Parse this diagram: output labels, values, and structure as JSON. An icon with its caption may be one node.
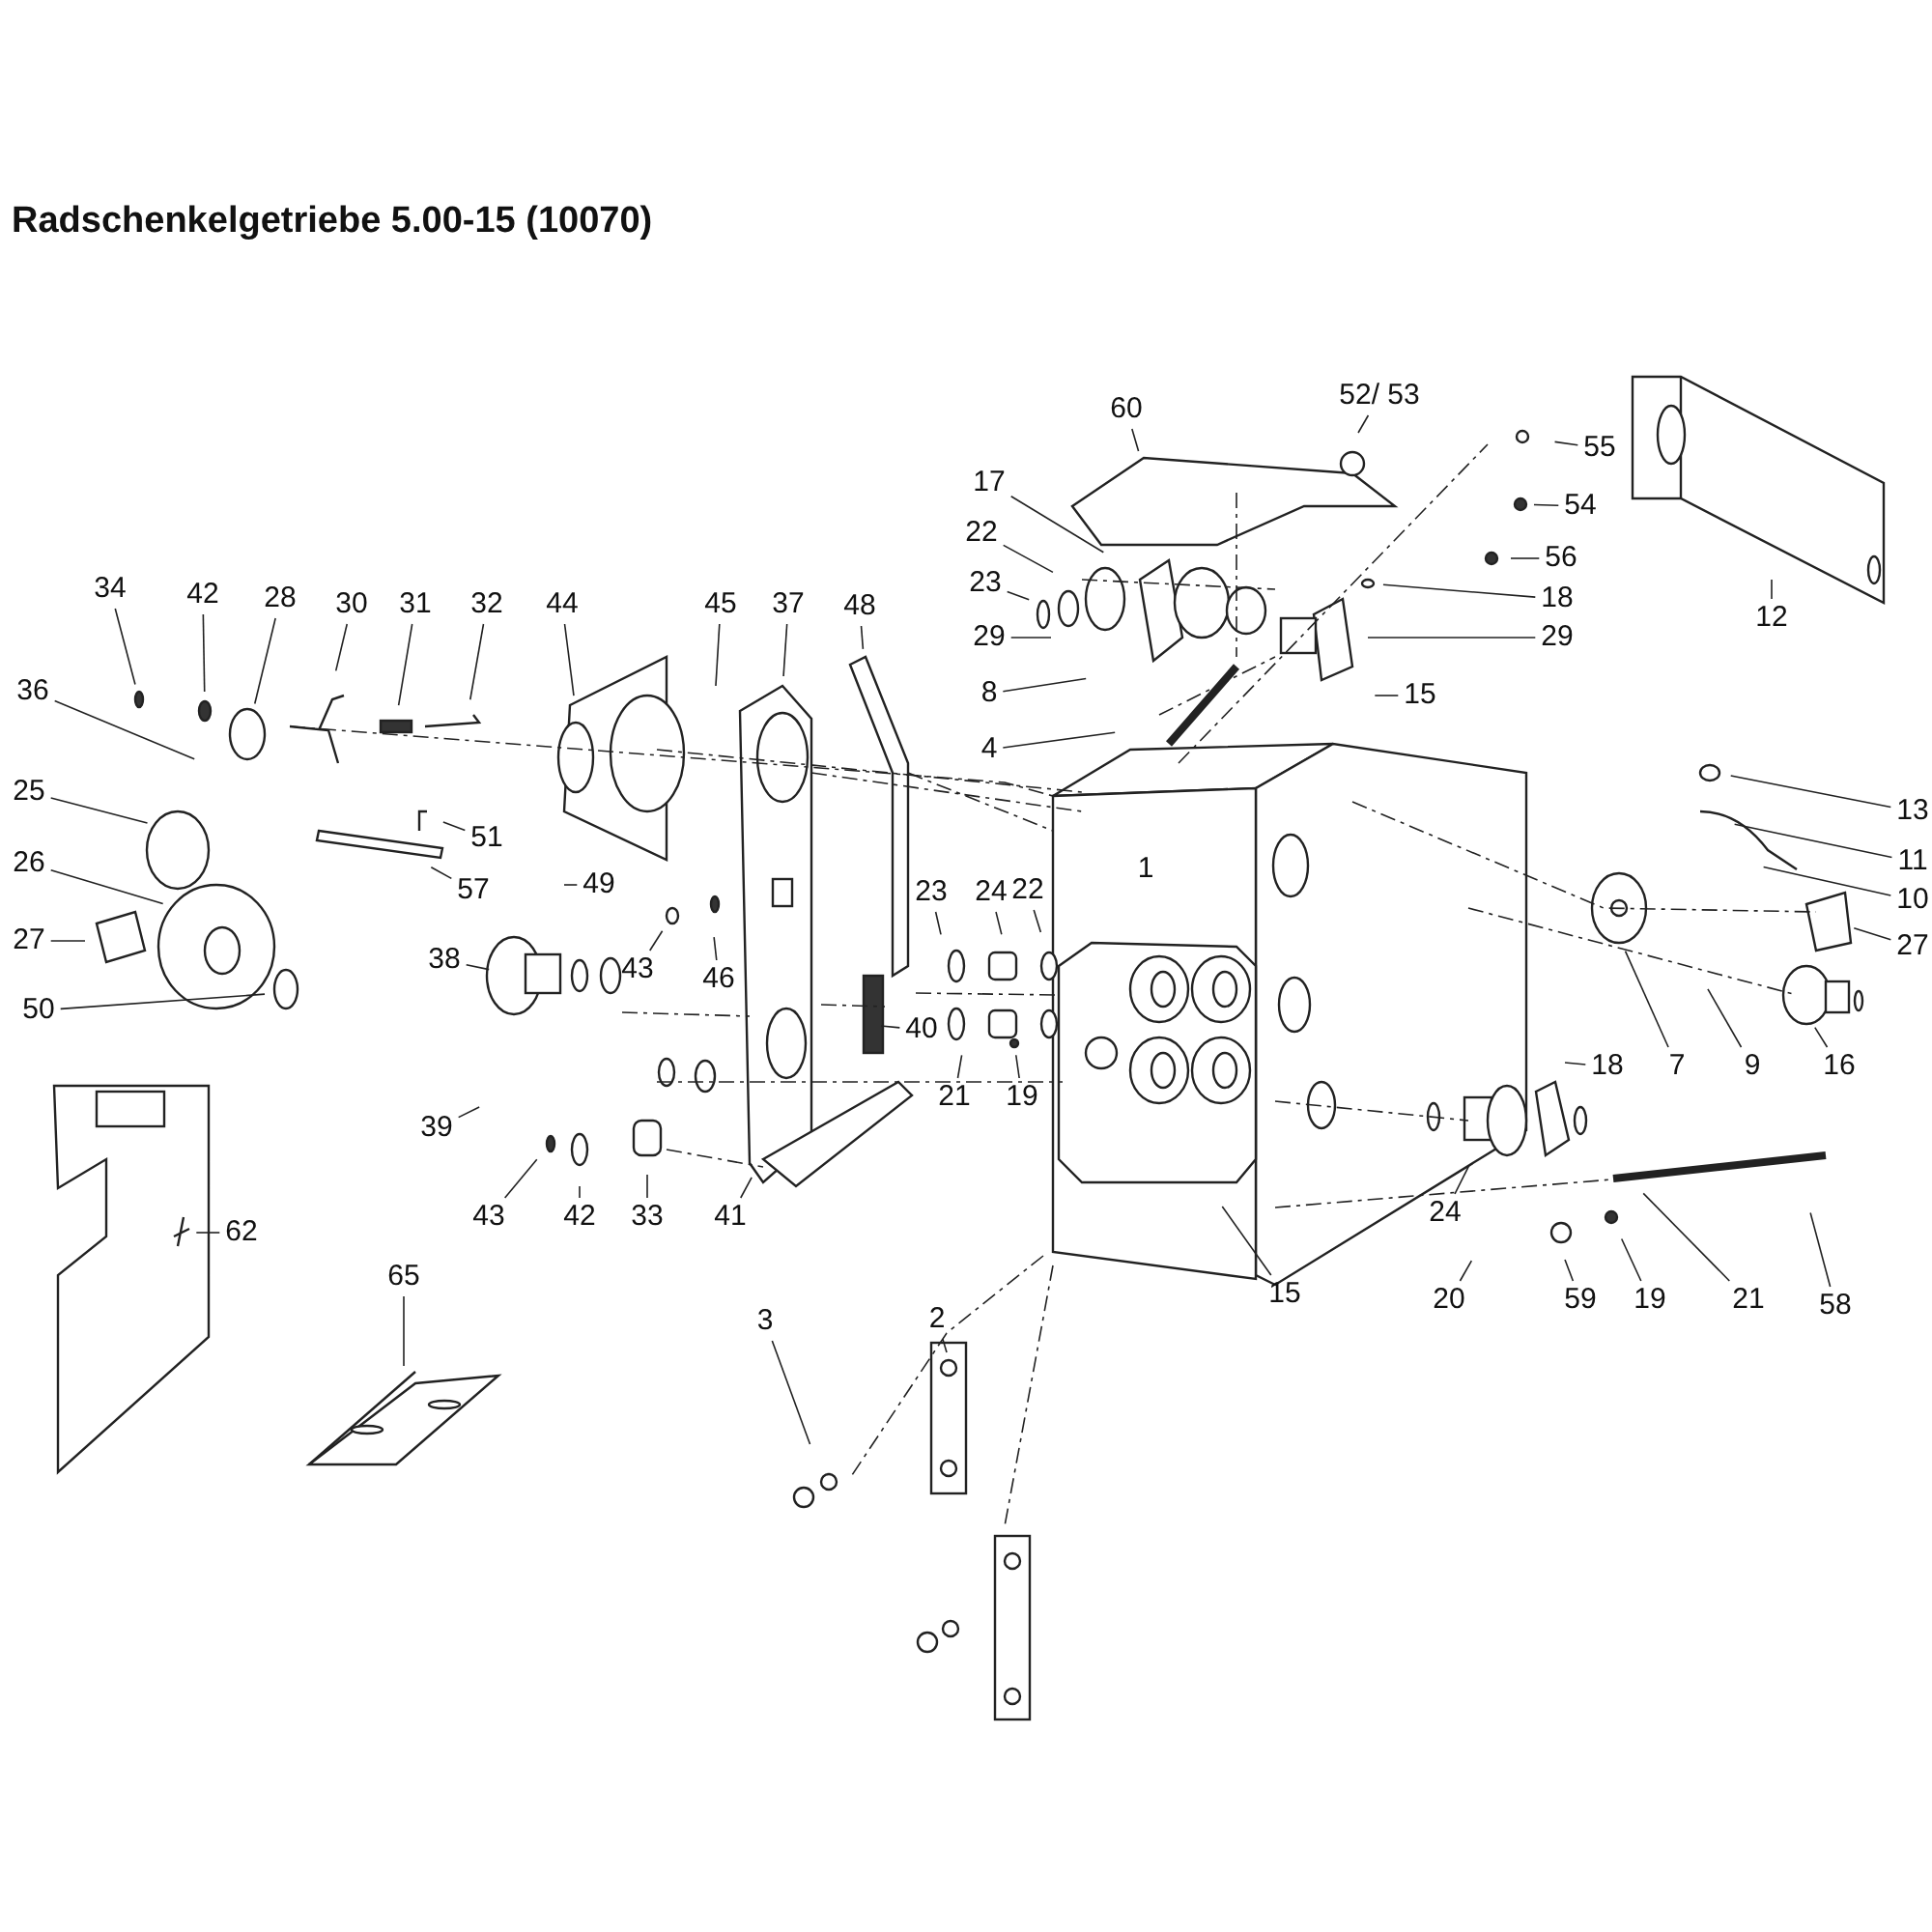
{
  "diagram": {
    "title": "Radschenkelgetriebe 5.00-15 (10070)",
    "nodes": [
      {
        "text": [
          "34"
        ]
      },
      {
        "text": [
          "42"
        ]
      },
      {
        "text": [
          "28"
        ]
      },
      {
        "text": [
          "30"
        ]
      },
      {
        "text": [
          "31"
        ]
      },
      {
        "text": [
          "32"
        ]
      },
      {
        "text": [
          "44"
        ]
      },
      {
        "text": [
          "45"
        ]
      },
      {
        "text": [
          "37"
        ]
      },
      {
        "text": [
          "48"
        ]
      },
      {
        "text": [
          "60"
        ]
      },
      {
        "text": [
          "52/ 53"
        ]
      },
      {
        "text": [
          "55"
        ]
      },
      {
        "text": [
          "54"
        ]
      },
      {
        "text": [
          "56"
        ]
      },
      {
        "text": [
          "17"
        ]
      },
      {
        "text": [
          "22"
        ]
      },
      {
        "text": [
          "23"
        ]
      },
      {
        "text": [
          "29"
        ]
      },
      {
        "text": [
          "8"
        ]
      },
      {
        "text": [
          "4"
        ]
      },
      {
        "text": [
          "18"
        ]
      },
      {
        "text": [
          "29"
        ]
      },
      {
        "text": [
          "15"
        ]
      },
      {
        "text": [
          "12"
        ]
      },
      {
        "text": [
          "36"
        ]
      },
      {
        "text": [
          "25"
        ]
      },
      {
        "text": [
          "13"
        ]
      },
      {
        "text": [
          "11"
        ]
      },
      {
        "text": [
          "51"
        ]
      },
      {
        "text": [
          "10"
        ]
      },
      {
        "text": [
          "26"
        ]
      },
      {
        "text": [
          "57"
        ]
      },
      {
        "text": [
          "49"
        ]
      },
      {
        "text": [
          "23"
        ]
      },
      {
        "text": [
          "24"
        ]
      },
      {
        "text": [
          "22"
        ]
      },
      {
        "text": [
          "27"
        ]
      },
      {
        "text": [
          "27"
        ]
      },
      {
        "text": [
          "38"
        ]
      },
      {
        "text": [
          "43"
        ]
      },
      {
        "text": [
          "46"
        ]
      },
      {
        "text": [
          "50"
        ]
      },
      {
        "text": [
          "40"
        ]
      },
      {
        "text": [
          "21"
        ]
      },
      {
        "text": [
          "19"
        ]
      },
      {
        "text": [
          "7"
        ]
      },
      {
        "text": [
          "9"
        ]
      },
      {
        "text": [
          "16"
        ]
      },
      {
        "text": [
          "18"
        ]
      },
      {
        "text": [
          "39"
        ]
      },
      {
        "text": [
          "43"
        ]
      },
      {
        "text": [
          "42"
        ]
      },
      {
        "text": [
          "33"
        ]
      },
      {
        "text": [
          "41"
        ]
      },
      {
        "text": [
          "24"
        ]
      },
      {
        "text": [
          "62"
        ]
      },
      {
        "text": [
          "15"
        ]
      },
      {
        "text": [
          "20"
        ]
      },
      {
        "text": [
          "59"
        ]
      },
      {
        "text": [
          "19"
        ]
      },
      {
        "text": [
          "21"
        ]
      },
      {
        "text": [
          "58"
        ]
      },
      {
        "text": [
          "65"
        ]
      },
      {
        "text": [
          "2"
        ]
      },
      {
        "text": [
          "3"
        ]
      }
    ],
    "edges": [
      {
        "from": 0,
        "to": null,
        "arrow": "none"
      },
      {
        "from": 1,
        "to": null,
        "arrow": "none"
      },
      {
        "from": 2,
        "to": null,
        "arrow": "none"
      },
      {
        "from": 3,
        "to": null,
        "arrow": "none"
      },
      {
        "from": 4,
        "to": null,
        "arrow": "none"
      },
      {
        "from": 5,
        "to": null,
        "arrow": "none"
      },
      {
        "from": 6,
        "to": null,
        "arrow": "none"
      },
      {
        "from": 7,
        "to": null,
        "arrow": "none"
      },
      {
        "from": 8,
        "to": null,
        "arrow": "none"
      },
      {
        "from": 9,
        "to": null,
        "arrow": "none"
      },
      {
        "from": 10,
        "to": null,
        "arrow": "none"
      },
      {
        "from": 11,
        "to": null,
        "arrow": "none"
      },
      {
        "from": 12,
        "to": null,
        "arrow": "none"
      },
      {
        "from": 13,
        "to": null,
        "arrow": "none"
      },
      {
        "from": 14,
        "to": null,
        "arrow": "none"
      },
      {
        "from": 15,
        "to": null,
        "arrow": "none"
      },
      {
        "from": 16,
        "to": null,
        "arrow": "none"
      },
      {
        "from": 17,
        "to": null,
        "arrow": "none"
      },
      {
        "from": 18,
        "to": null,
        "arrow": "none"
      },
      {
        "from": 19,
        "to": null,
        "arrow": "none"
      },
      {
        "from": 20,
        "to": null,
        "arrow": "none"
      },
      {
        "from": 21,
        "to": null,
        "arrow": "none"
      },
      {
        "from": 22,
        "to": null,
        "arrow": "none"
      },
      {
        "from": 23,
        "to": null,
        "arrow": "none"
      },
      {
        "from": 24,
        "to": null,
        "arrow": "none"
      },
      {
        "from": 25,
        "to": null,
        "arrow": "none"
      },
      {
        "from": 26,
        "to": null,
        "arrow": "none"
      },
      {
        "from": 27,
        "to": null,
        "arrow": "none"
      },
      {
        "from": 28,
        "to": null,
        "arrow": "none"
      },
      {
        "from": 29,
        "to": null,
        "arrow": "none"
      },
      {
        "from": 30,
        "to": null,
        "arrow": "none"
      },
      {
        "from": 31,
        "to": null,
        "arrow": "none"
      },
      {
        "from": 32,
        "to": null,
        "arrow": "none"
      },
      {
        "from": 33,
        "to": null,
        "arrow": "none"
      },
      {
        "from": 34,
        "to": null,
        "arrow": "none"
      },
      {
        "from": 35,
        "to": null,
        "arrow": "none"
      },
      {
        "from": 36,
        "to": null,
        "arrow": "none"
      },
      {
        "from": 37,
        "to": null,
        "arrow": "none"
      },
      {
        "from": 38,
        "to": null,
        "arrow": "none"
      },
      {
        "from": 39,
        "to": null,
        "arrow": "none"
      },
      {
        "from": 40,
        "to": null,
        "arrow": "none"
      },
      {
        "from": 41,
        "to": null,
        "arrow": "none"
      },
      {
        "from": 42,
        "to": null,
        "arrow": "none"
      },
      {
        "from": 43,
        "to": null,
        "arrow": "none"
      },
      {
        "from": 44,
        "to": null,
        "arrow": "none"
      },
      {
        "from": 45,
        "to": null,
        "arrow": "none"
      },
      {
        "from": 46,
        "to": null,
        "arrow": "none"
      },
      {
        "from": 47,
        "to": null,
        "arrow": "none"
      },
      {
        "from": 48,
        "to": null,
        "arrow": "none"
      },
      {
        "from": 49,
        "to": null,
        "arrow": "none"
      },
      {
        "from": 50,
        "to": null,
        "arrow": "none"
      },
      {
        "from": 51,
        "to": null,
        "arrow": "none"
      },
      {
        "from": 52,
        "to": null,
        "arrow": "none"
      },
      {
        "from": 53,
        "to": null,
        "arrow": "none"
      },
      {
        "from": 54,
        "to": null,
        "arrow": "none"
      },
      {
        "from": 55,
        "to": null,
        "arrow": "none"
      },
      {
        "from": 56,
        "to": null,
        "arrow": "none"
      },
      {
        "from": 57,
        "to": null,
        "arrow": "none"
      },
      {
        "from": 58,
        "to": null,
        "arrow": "none"
      },
      {
        "from": 59,
        "to": null,
        "arrow": "none"
      },
      {
        "from": 60,
        "to": null,
        "arrow": "none"
      },
      {
        "from": 61,
        "to": null,
        "arrow": "none"
      },
      {
        "from": 62,
        "to": null,
        "arrow": "none"
      },
      {
        "from": 63,
        "to": null,
        "arrow": "none"
      },
      {
        "from": 64,
        "to": null,
        "arrow": "none"
      },
      {
        "from": 65,
        "to": null,
        "arrow": "none"
      }
    ],
    "labels": [
      "1"
    ]
  }
}
